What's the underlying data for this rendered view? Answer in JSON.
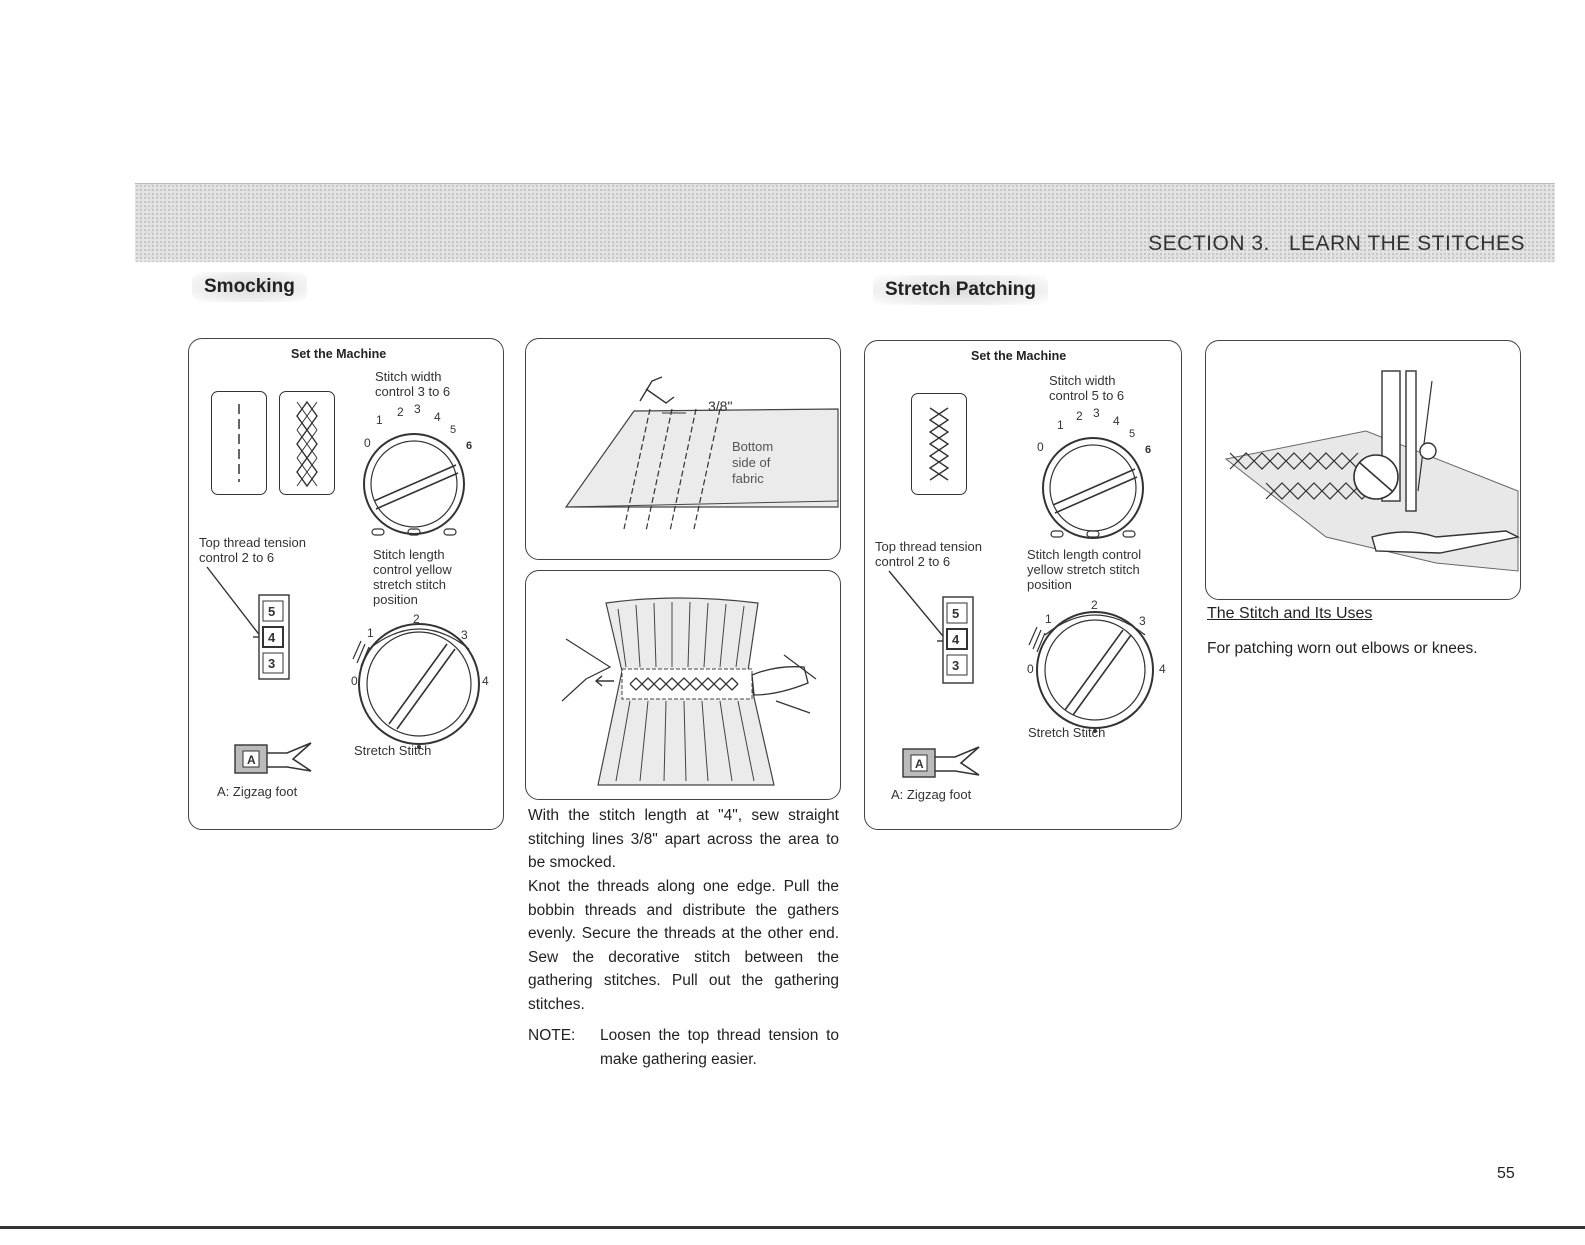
{
  "header": {
    "section": "SECTION 3.   LEARN THE STITCHES"
  },
  "smocking": {
    "heading": "Smocking",
    "settings": {
      "title": "Set the Machine",
      "width_label": [
        "Stitch width",
        "control 3 to 6"
      ],
      "tension_label": [
        "Top thread tension",
        "control 2 to 6"
      ],
      "length_label": [
        "Stitch length",
        "control yellow",
        "stretch stitch",
        "position"
      ],
      "stretch_label": "Stretch Stitch",
      "foot_label": "A: Zigzag foot",
      "foot_letter": "A",
      "width_dial_numbers": [
        "0",
        "1",
        "2",
        "3",
        "4",
        "5",
        "6"
      ],
      "length_dial_numbers": [
        "0",
        "1",
        "2",
        "3",
        "4"
      ],
      "tension_numbers": [
        "5",
        "4",
        "3"
      ]
    },
    "figure1": {
      "measure": "3/8\"",
      "callout": [
        "Bottom",
        "side of",
        "fabric"
      ]
    },
    "instructions": [
      "With the stitch length at \"4\", sew straight stitching lines 3/8\" apart across the area to be smocked.",
      "Knot the threads along one edge. Pull the bobbin threads and distribute the gathers evenly. Secure the threads at the other end. Sew the decorative stitch between the gathering stitches. Pull out the gathering stitches."
    ],
    "note": {
      "label": "NOTE:",
      "text": "Loosen the top thread tension to make gathering easier."
    }
  },
  "patching": {
    "heading": "Stretch Patching",
    "settings": {
      "title": "Set the Machine",
      "width_label": [
        "Stitch width",
        "control 5 to 6"
      ],
      "tension_label": [
        "Top thread tension",
        "control 2 to 6"
      ],
      "length_label": [
        "Stitch length control",
        "yellow stretch stitch",
        "position"
      ],
      "stretch_label": "Stretch Stitch",
      "foot_label": "A: Zigzag foot",
      "foot_letter": "A",
      "width_dial_numbers": [
        "0",
        "1",
        "2",
        "3",
        "4",
        "5",
        "6"
      ],
      "length_dial_numbers": [
        "0",
        "1",
        "2",
        "3",
        "4"
      ],
      "tension_numbers": [
        "5",
        "4",
        "3"
      ]
    },
    "uses_title": "The Stitch and Its Uses",
    "uses_text": "For patching worn out elbows or knees."
  },
  "page_number": "55"
}
